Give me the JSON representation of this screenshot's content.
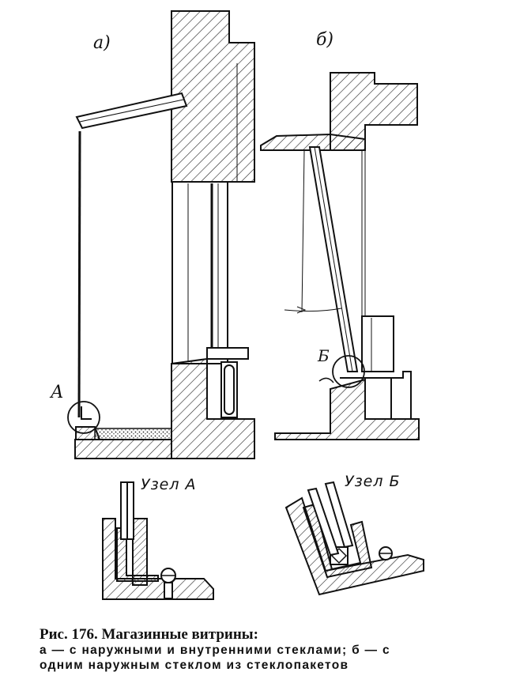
{
  "variant_labels": {
    "a": "а)",
    "b": "б)"
  },
  "node_labels": {
    "a": "А",
    "b": "Б"
  },
  "detail_titles": {
    "a": "Узел А",
    "b": "Узел Б"
  },
  "caption": {
    "title": "Рис. 176. Магазинные витрины:",
    "line1": "а — с наружными и внутренними стеклами; б — с",
    "line2": "одним наружным стеклом из стеклопакетов"
  }
}
